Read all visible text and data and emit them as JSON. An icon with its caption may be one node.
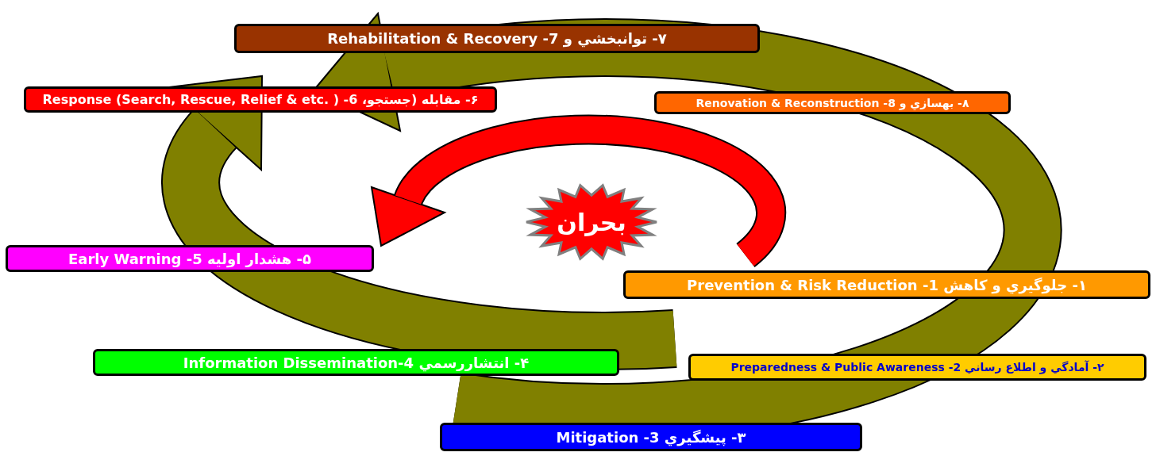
{
  "diagram": {
    "nodes": [
      {
        "text": [
          "۷- توانبخشي و 7- Rehabilitation & Recovery"
        ]
      },
      {
        "text": [
          "۶- مقابله (جستجو، 6- Response (Search, Rescue, Relief & etc. )"
        ]
      },
      {
        "text": [
          "۸- بهسازي و 8- Renovation & Reconstruction"
        ]
      },
      {
        "text": [
          "بحران"
        ]
      },
      {
        "text": [
          "۵- هشدار اوليه 5- Early Warning"
        ]
      },
      {
        "text": [
          "۱- جلوگيري و کاهش 1- Prevention & Risk Reduction"
        ]
      },
      {
        "text": [
          "۴- انتشاررسمي 4-Information Dissemination"
        ]
      },
      {
        "text": [
          "۲- آمادگي و اطلاع رساني 2- Preparedness & Public Awareness"
        ]
      },
      {
        "text": [
          "۳- پيشگيري 3- Mitigation"
        ]
      }
    ]
  }
}
